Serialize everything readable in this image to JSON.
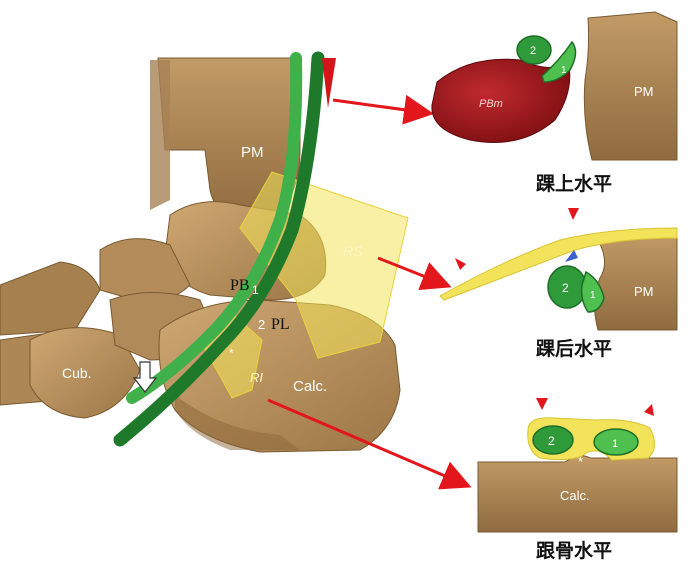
{
  "main_view": {
    "labels": {
      "pm": "PM",
      "rs": "RS",
      "pb": "PB",
      "pb_num": "1",
      "pl_num": "2",
      "pl": "PL",
      "ri": "RI",
      "cub": "Cub.",
      "calc": "Calc."
    }
  },
  "insets": [
    {
      "caption": "踝上水平",
      "pbm": "PBm",
      "tendon_2": "2",
      "tendon_1": "1",
      "bone": "PM"
    },
    {
      "caption": "踝后水平",
      "tendon_2": "2",
      "tendon_1": "1",
      "bone": "PM"
    },
    {
      "caption": "跟骨水平",
      "tendon_2": "2",
      "tendon_1": "1",
      "star": "*",
      "bone": "Calc."
    }
  ],
  "colors": {
    "bone": "#b8925f",
    "bone_dark": "#8c6a3e",
    "tendon_green": "#2f9a3a",
    "tendon_dark": "#1e6e27",
    "retinaculum_yellow": "#f2e35a",
    "muscle_red": "#a4161a",
    "arrow_red": "#e3161b"
  }
}
